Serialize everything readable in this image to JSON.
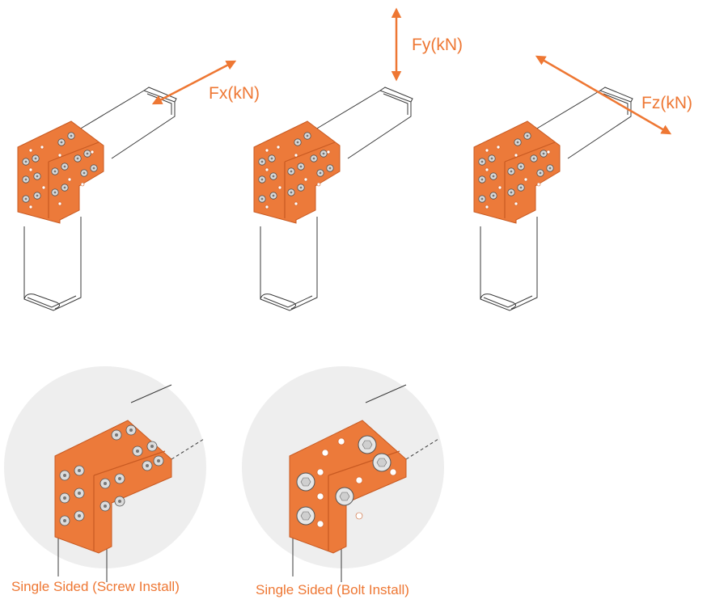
{
  "colors": {
    "accent": "#EE7733",
    "bracket": "#EC7A3A",
    "bracket_dark": "#C85A22",
    "line": "#3a3a3a",
    "circle_bg": "#EEEEEE"
  },
  "forces": {
    "fx": "Fx(kN)",
    "fy": "Fy(kN)",
    "fz": "Fz(kN)"
  },
  "captions": {
    "screw": "Single Sided (Screw Install)",
    "bolt": "Single Sided (Bolt Install)"
  }
}
